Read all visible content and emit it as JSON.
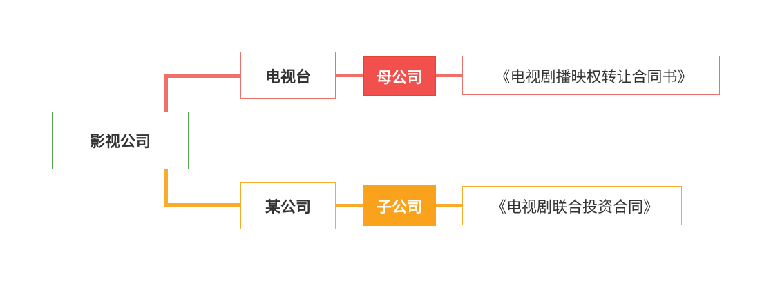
{
  "colors": {
    "root_border": "#55a84f",
    "top_branch": "#ef7069",
    "top_branch_dark": "#e8432f",
    "mother_fill": "#f2504c",
    "bottom_branch": "#f9ac2a",
    "child_fill": "#faa21c"
  },
  "nodes": {
    "root": "影视公司",
    "tv_station": "电视台",
    "mother_company": "母公司",
    "doc_transfer": "《电视剧播映权转让合同书》",
    "some_company": "某公司",
    "child_company": "子公司",
    "doc_joint": "《电视剧联合投资合同》"
  }
}
